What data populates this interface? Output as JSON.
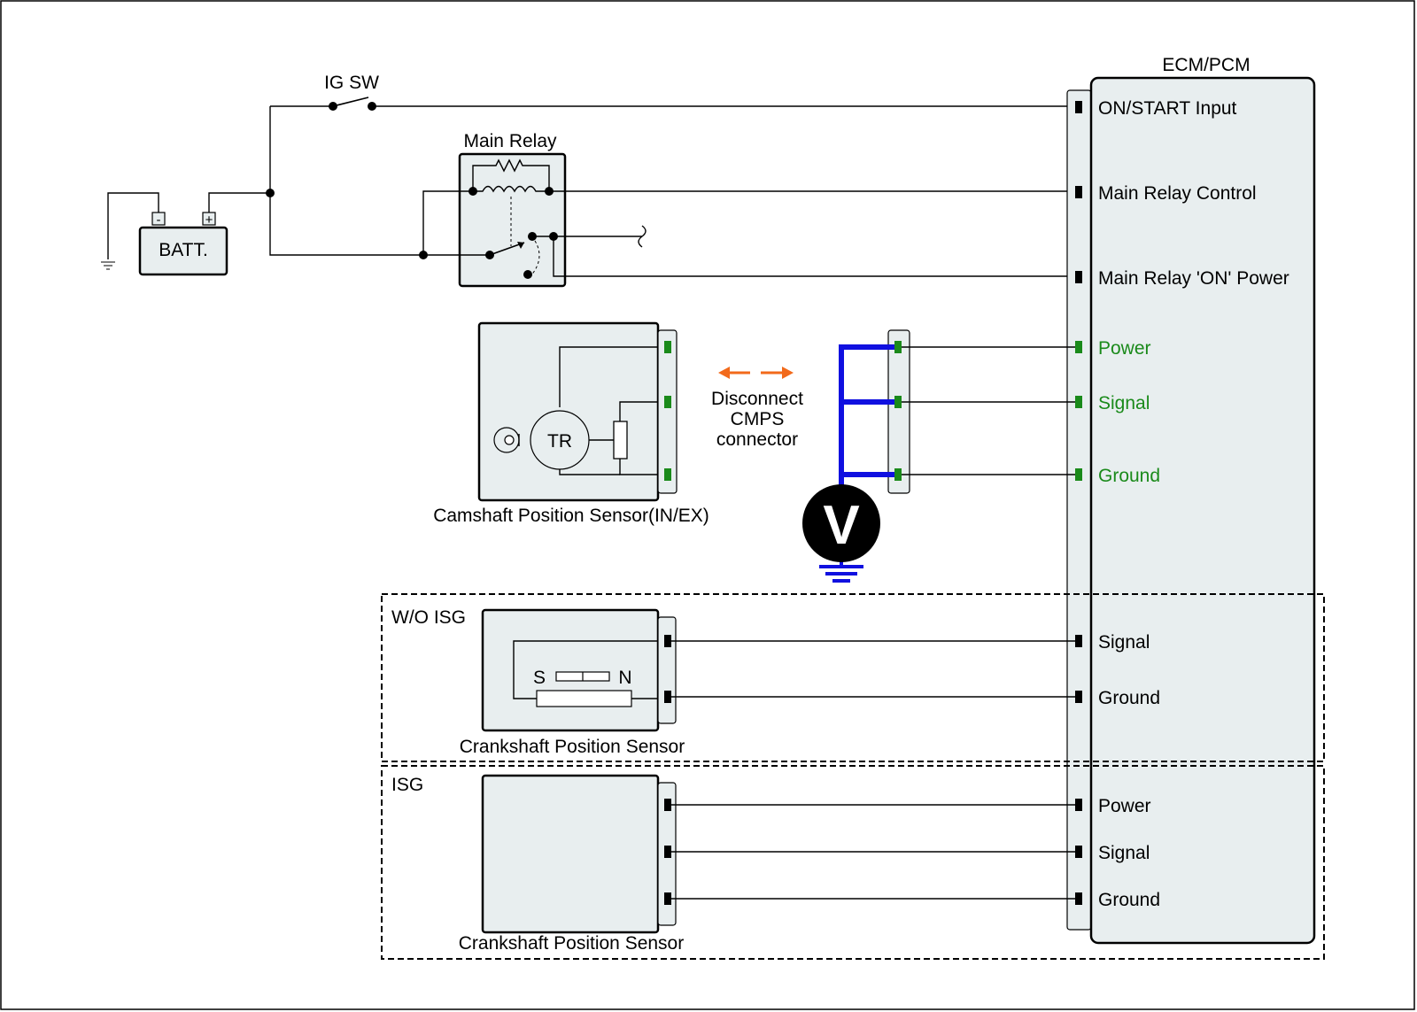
{
  "labels": {
    "ig_sw": "IG SW",
    "main_relay": "Main Relay",
    "battery": "BATT.",
    "battery_minus": "-",
    "battery_plus": "+",
    "ecm": "ECM/PCM",
    "tr": "TR",
    "disconnect_line1": "Disconnect",
    "disconnect_line2": "CMPS",
    "disconnect_line3": "connector",
    "voltmeter": "V",
    "cmps_caption": "Camshaft Position Sensor(IN/EX)",
    "wo_isg": "W/O ISG",
    "isg": "ISG",
    "magnet_s": "S",
    "magnet_n": "N",
    "ckps_caption_1": "Crankshaft Position Sensor",
    "ckps_caption_2": "Crankshaft Position Sensor"
  },
  "ecm_pins": {
    "on_start": "ON/START Input",
    "relay_control": "Main Relay Control",
    "relay_on_power": "Main Relay 'ON' Power",
    "cmps_power": "Power",
    "cmps_signal": "Signal",
    "cmps_ground": "Ground",
    "wo_isg_signal": "Signal",
    "wo_isg_ground": "Ground",
    "isg_power": "Power",
    "isg_signal": "Signal",
    "isg_ground": "Ground"
  },
  "colors": {
    "box_fill": "#e8eeef",
    "highlight_pin": "#1a8a1a",
    "measure_wire": "#1010e0",
    "arrow": "#f26a1b",
    "ground_symbol": "#1010e0"
  }
}
